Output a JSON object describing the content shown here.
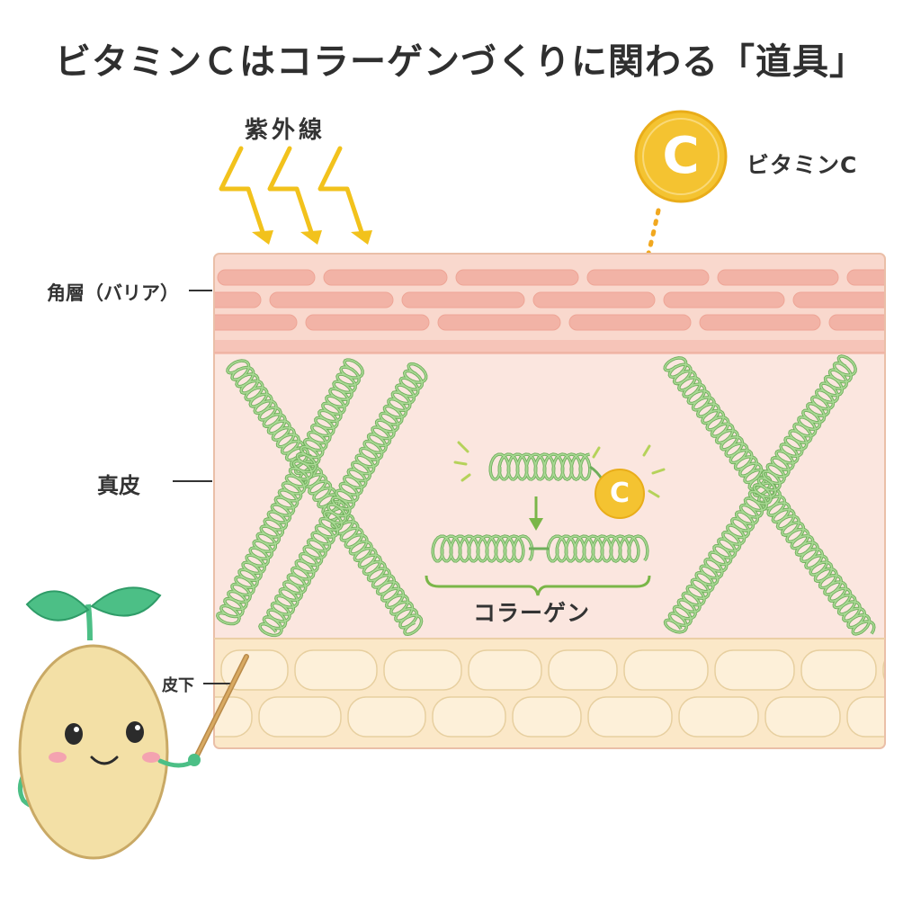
{
  "title": "ビタミンＣはコラーゲンづくりに関わる「道具」",
  "labels": {
    "uv": "紫外線",
    "vitamin_c": "ビタミンC",
    "stratum_corneum": "角層（バリア）",
    "dermis": "真皮",
    "subcutis": "皮下",
    "collagen": "コラーゲン"
  },
  "vitamin_c_symbol": "C",
  "colors": {
    "title_text": "#2f2f2f",
    "uv_arrows": "#f2c21c",
    "vitamin_c": "#f4c331",
    "stratum_corneum": "#f6c9bd",
    "dermis": "#fbe6df",
    "subcutis": "#fbe8c8",
    "collagen_fiber": "#8ec87a",
    "sprout_leaves": "#4cbf86",
    "seed_body": "#f3e0a6"
  },
  "icons": [
    "lightning-arrow-icon",
    "vitamin-c-badge-icon",
    "down-arrow-icon",
    "sprout-mascot-icon",
    "pointer-stick-icon"
  ]
}
